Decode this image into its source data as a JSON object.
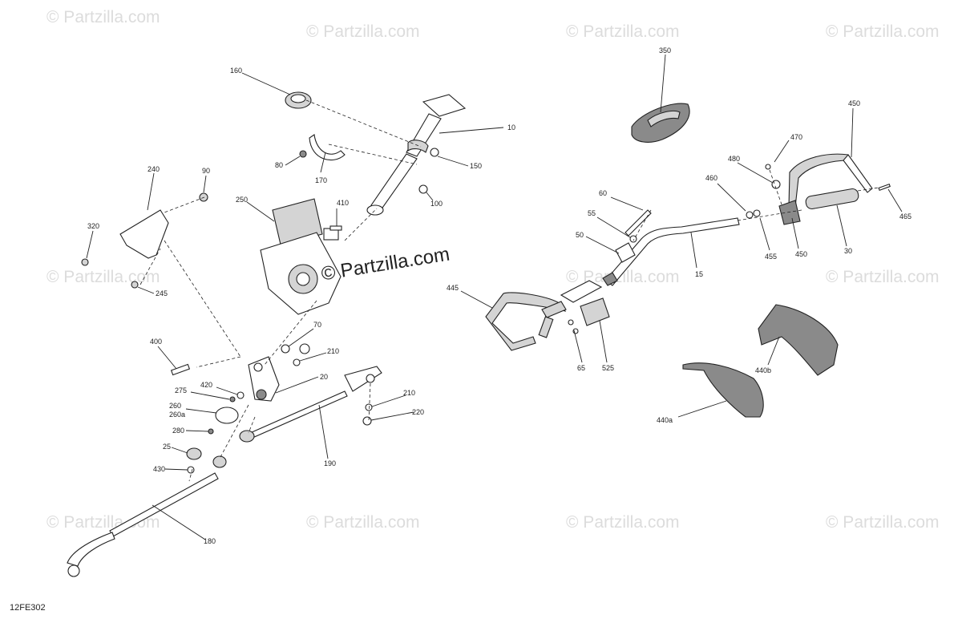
{
  "watermark": {
    "text": "© Partzilla.com",
    "center_text": "© Partzilla.com"
  },
  "diagram_id": "12FE302",
  "callouts": {
    "c160": "160",
    "c10": "10",
    "c80": "80",
    "c170": "170",
    "c150": "150",
    "c100": "100",
    "c240": "240",
    "c90": "90",
    "c250": "250",
    "c410": "410",
    "c320": "320",
    "c245": "245",
    "c400": "400",
    "c70": "70",
    "c210a": "210",
    "c20": "20",
    "c420": "420",
    "c275": "275",
    "c260": "260",
    "c260a": "260a",
    "c280": "280",
    "c25": "25",
    "c430": "430",
    "c190": "190",
    "c210b": "210",
    "c220": "220",
    "c180": "180",
    "c350": "350",
    "c450a": "450",
    "c470": "470",
    "c480": "480",
    "c460": "460",
    "c60": "60",
    "c55": "55",
    "c50": "50",
    "c465": "465",
    "c455": "455",
    "c450b": "450",
    "c30": "30",
    "c15": "15",
    "c445": "445",
    "c65": "65",
    "c525": "525",
    "c440b": "440b",
    "c440a": "440a"
  }
}
